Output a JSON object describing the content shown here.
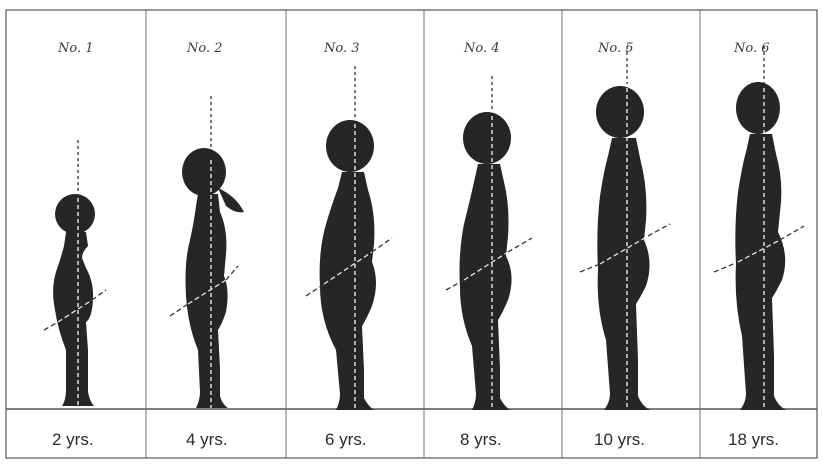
{
  "panels": [
    {
      "label": "No. 1",
      "age": "2 yrs."
    },
    {
      "label": "No. 2",
      "age": "4 yrs."
    },
    {
      "label": "No. 3",
      "age": "6 yrs."
    },
    {
      "label": "No. 4",
      "age": "8 yrs."
    },
    {
      "label": "No. 5",
      "age": "10 yrs."
    },
    {
      "label": "No. 6",
      "age": "18 yrs."
    }
  ],
  "colors": {
    "silhouette": "#262626",
    "background": "#ffffff"
  }
}
